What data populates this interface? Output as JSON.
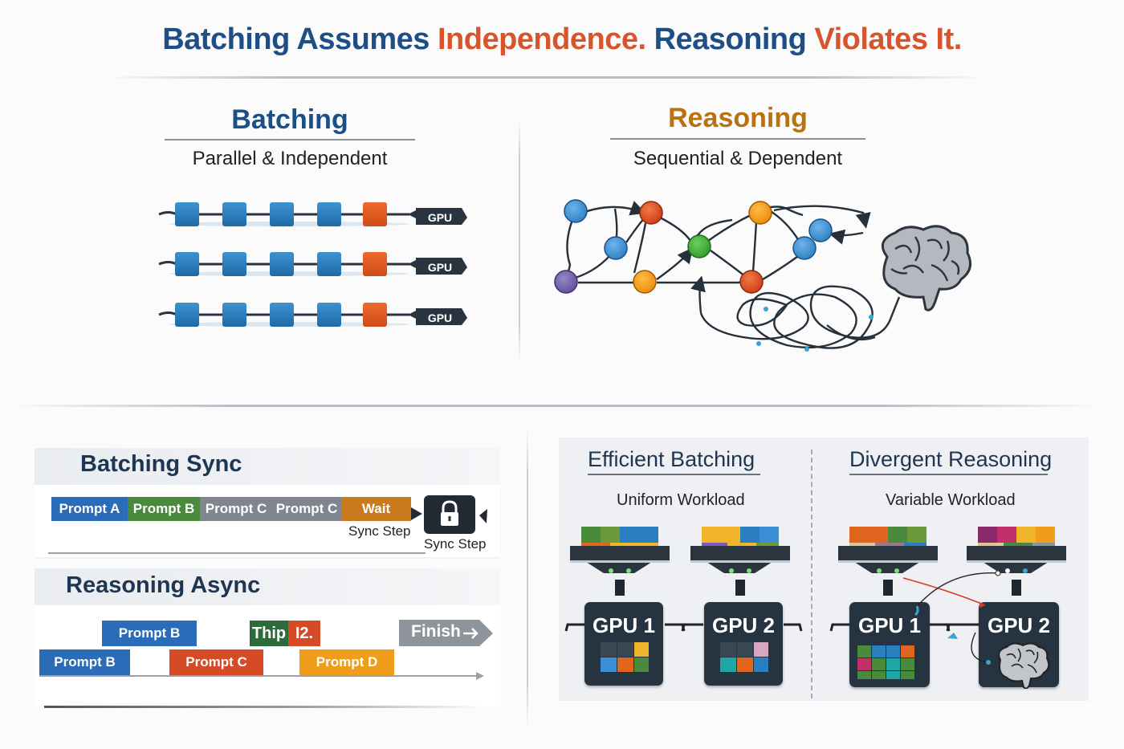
{
  "title": {
    "part1": "Batching Assumes ",
    "part2": "Independence.",
    "part3": " Reasoning ",
    "part4": "Violates It."
  },
  "batching": {
    "title": "Batching",
    "subtitle": "Parallel & Independent",
    "gpu_label": "GPU"
  },
  "reasoning": {
    "title": "Reasoning",
    "subtitle": "Sequential & Dependent"
  },
  "batching_sync": {
    "title": "Batching Sync",
    "bars": [
      {
        "label": "Prompt A",
        "color": "#2a6cb8"
      },
      {
        "label": "Prompt B",
        "color": "#4a8a3c"
      },
      {
        "label": "Prompt C",
        "color": "#7f868f"
      },
      {
        "label": "Prompt C",
        "color": "#7f868f"
      },
      {
        "label": "Wait",
        "color": "#c97a1c"
      }
    ],
    "sync_step_label": "Sync Step",
    "lock_label": "Sync Step"
  },
  "reasoning_async": {
    "title": "Reasoning Async",
    "row1": [
      {
        "label": "Prompt B",
        "color": "#2a6cb8"
      },
      {
        "label": "Thip",
        "color": "#2d6b3a"
      },
      {
        "label": "I2.",
        "color": "#d64b26"
      }
    ],
    "row2": [
      {
        "label": "Prompt B",
        "color": "#2a6cb8"
      },
      {
        "label": "Prompt C",
        "color": "#d64b26"
      },
      {
        "label": "Prompt D",
        "color": "#ef9d1a"
      }
    ],
    "finish_label": "Finish"
  },
  "efficient": {
    "title": "Efficient Batching",
    "subtitle": "Uniform Workload",
    "gpu1": "GPU 1",
    "gpu2": "GPU 2"
  },
  "divergent": {
    "title": "Divergent Reasoning",
    "subtitle": "Variable Workload",
    "gpu1": "GPU 1",
    "gpu2": "GPU 2"
  },
  "colors": {
    "blue_dark": "#1d4f86",
    "orange": "#d8542a",
    "reasoning_gold": "#b8720f",
    "node_blue": "#2a7fc0",
    "node_orange": "#e0651f"
  }
}
